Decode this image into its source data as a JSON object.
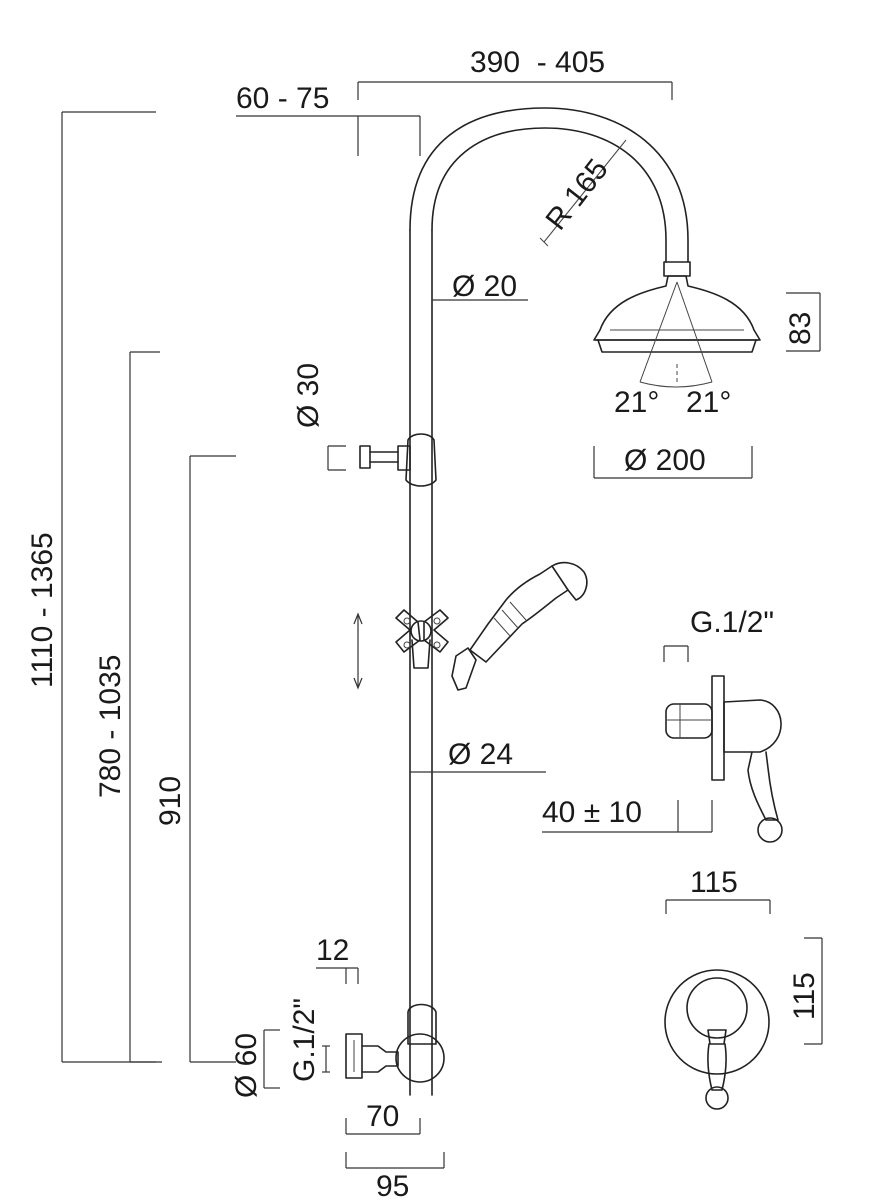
{
  "dimensions": {
    "head_reach": "390  - 405",
    "wall_offset": "60 - 75",
    "total_height": "1110 - 1365",
    "slider_height": "780 - 1035",
    "support_height": "910",
    "arm_radius": "R 165",
    "arm_diameter": "Ø 20",
    "head_height": "83",
    "spray_angle_left": "21°",
    "spray_angle_right": "21°",
    "head_diameter": "Ø 200",
    "bracket_diameter": "Ø 30",
    "column_diameter": "Ø 24",
    "valve_thread": "G.1/2\"",
    "valve_depth": "40 ± 10",
    "plate_width": "115",
    "plate_height": "115",
    "inlet_offset": "12",
    "inlet_thread": "G.1/2\"",
    "flange_diameter": "Ø 60",
    "inlet_depth_70": "70",
    "inlet_depth_95": "95"
  }
}
